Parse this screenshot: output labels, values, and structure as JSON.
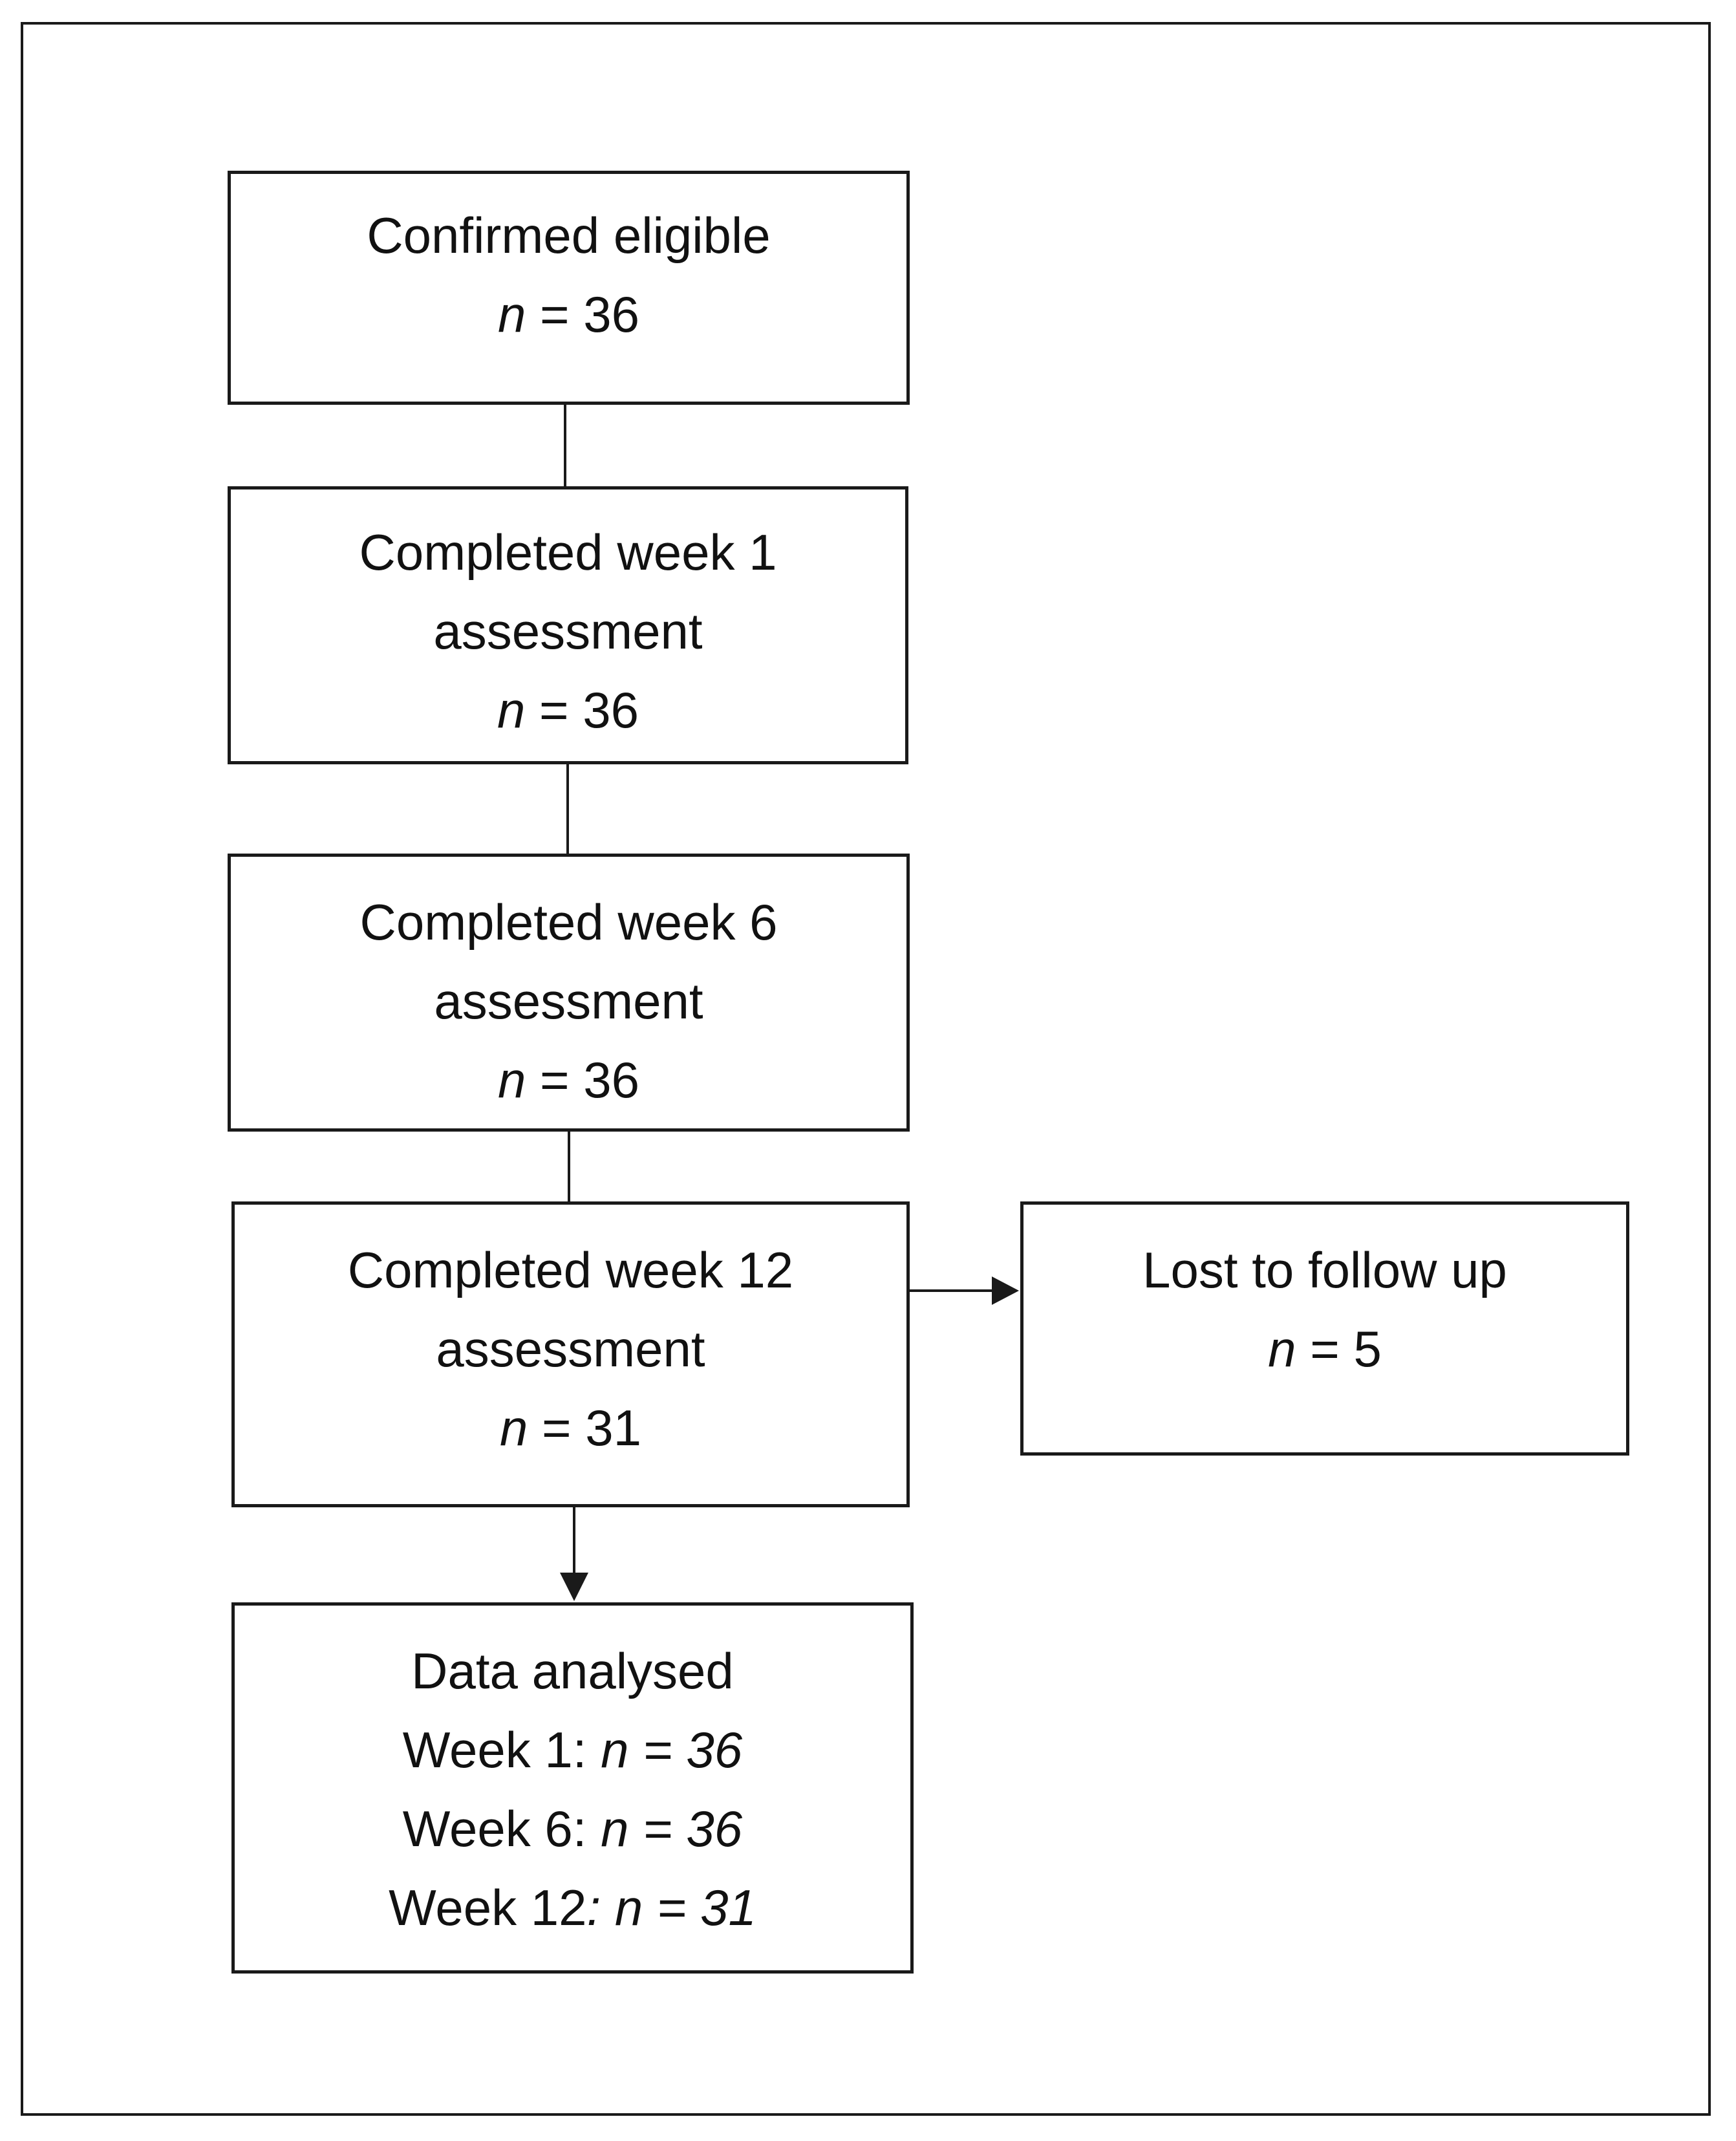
{
  "flowchart": {
    "eligible": {
      "label": "Confirmed eligible",
      "n_prefix": "n",
      "n_value": " = 36"
    },
    "week1": {
      "label_line1": "Completed week 1",
      "label_line2": "assessment",
      "n_prefix": "n",
      "n_value": " = 36"
    },
    "week6": {
      "label_line1": "Completed week 6",
      "label_line2": "assessment",
      "n_prefix": "n",
      "n_value": " = 36"
    },
    "week12": {
      "label_line1": "Completed week 12",
      "label_line2": "assessment",
      "n_prefix": "n",
      "n_value": " = 31"
    },
    "lost": {
      "label": "Lost to follow up",
      "n_prefix": "n",
      "n_value": " = 5"
    },
    "analysed": {
      "label": "Data analysed",
      "rows": [
        {
          "week": "Week 1: ",
          "n": "n = 36"
        },
        {
          "week": "Week 6: ",
          "n": "n = 36"
        },
        {
          "week": "Week 12",
          "n": ": n = 31"
        }
      ]
    }
  }
}
